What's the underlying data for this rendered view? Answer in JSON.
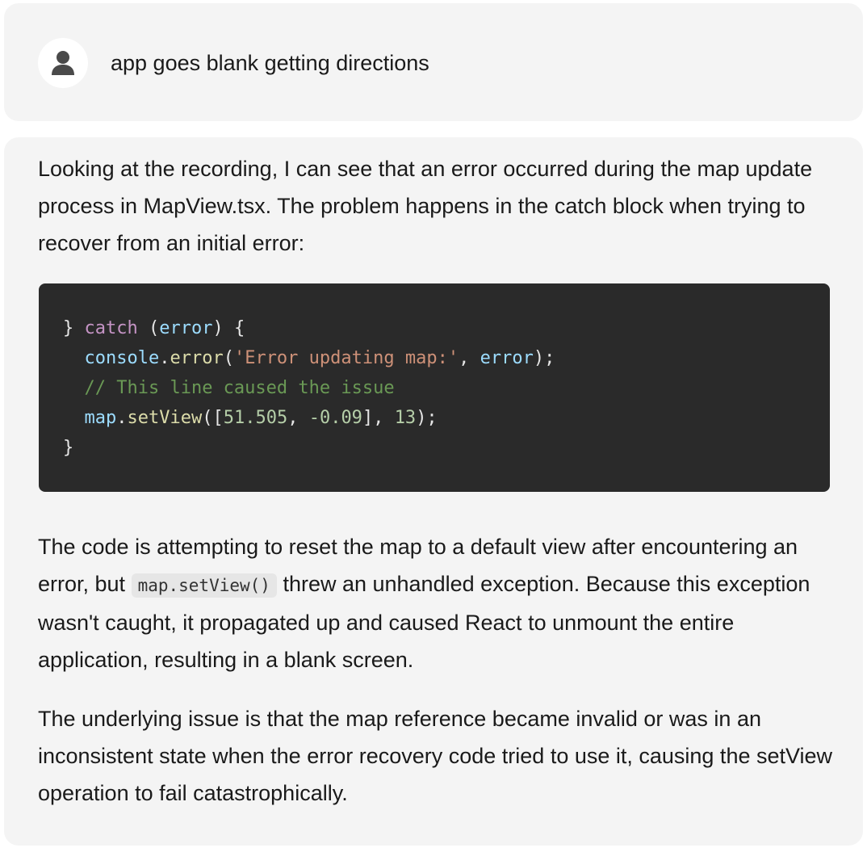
{
  "conversation": {
    "user_message": {
      "avatar_icon": "user-icon",
      "text": "app goes blank getting directions"
    },
    "assistant_reply": {
      "intro": "Looking at the recording, I can see that an error occurred during the map update process in MapView.tsx. The problem happens in the catch block when trying to recover from an initial error:",
      "code_block": {
        "language": "tsx",
        "tokens": {
          "l1_brace": "} ",
          "l1_catch": "catch",
          "l1_paren_open": " (",
          "l1_error": "error",
          "l1_paren_close": ") {",
          "l2_console": "console",
          "l2_dot": ".",
          "l2_errorfn": "error",
          "l2_open": "(",
          "l2_str": "'Error updating map:'",
          "l2_comma": ", ",
          "l2_errorarg": "error",
          "l2_close": ");",
          "l3_comment": "// This line caused the issue",
          "l4_map": "map",
          "l4_dot": ".",
          "l4_setview": "setView",
          "l4_open": "([",
          "l4_n1": "51.505",
          "l4_comma1": ", ",
          "l4_n2": "-0.09",
          "l4_mid": "], ",
          "l4_n3": "13",
          "l4_close": ");",
          "l5_brace": "}"
        }
      },
      "para2": {
        "before": "The code is attempting to reset the map to a default view after encountering an error, but ",
        "inline_code": "map.setView()",
        "after": " threw an unhandled exception. Because this exception wasn't caught, it propagated up and caused React to unmount the entire application, resulting in a blank screen."
      },
      "para3": "The underlying issue is that the map reference became invalid or was in an inconsistent state when the error recovery code tried to use it, causing the setView operation to fail catastrophically."
    }
  }
}
